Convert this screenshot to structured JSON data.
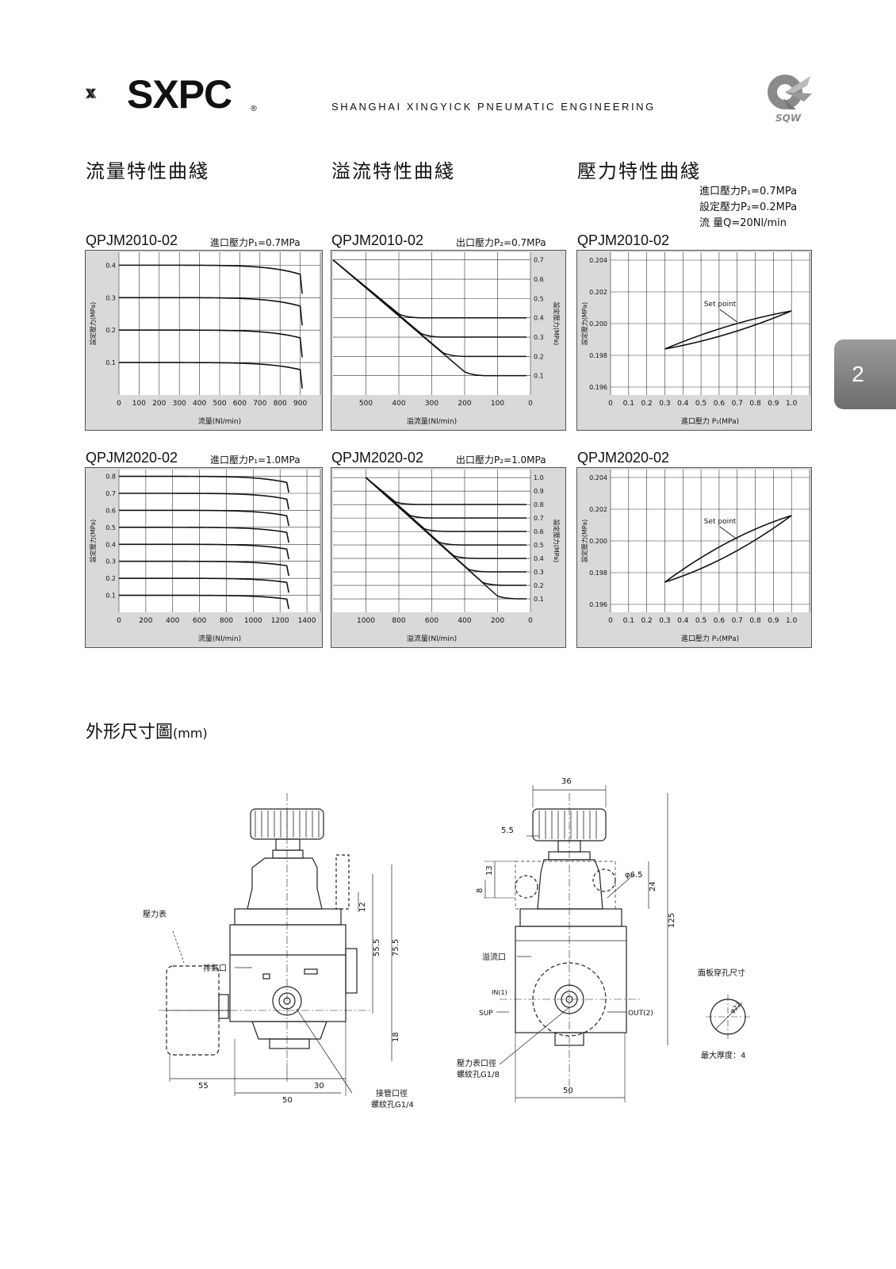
{
  "header": {
    "brand": "SXPC",
    "reg_mark": "®",
    "company": "SHANGHAI XINGYICK PNEUMATIC ENGINEERING",
    "right_logo_text": "SQW"
  },
  "sections": {
    "flow_title": "流量特性曲綫",
    "relief_title": "溢流特性曲綫",
    "pressure_title": "壓力特性曲綫",
    "dimension_title": "外形尺寸圖",
    "dimension_unit": "(mm)"
  },
  "pressure_params": [
    "進口壓力P₁=0.7MPa",
    "設定壓力P₂=0.2MPa",
    "流      量Q=20Nl/min"
  ],
  "page_tab": "2",
  "charts": {
    "c1": {
      "model": "QPJM2010-02",
      "cond": "進口壓力P₁=0.7MPa"
    },
    "c2": {
      "model": "QPJM2010-02",
      "cond": "出口壓力P₂=0.7MPa"
    },
    "c3": {
      "model": "QPJM2010-02",
      "cond": ""
    },
    "c4": {
      "model": "QPJM2020-02",
      "cond": "進口壓力P₁=1.0MPa"
    },
    "c5": {
      "model": "QPJM2020-02",
      "cond": "出口壓力P₂=1.0MPa"
    },
    "c6": {
      "model": "QPJM2020-02",
      "cond": ""
    }
  },
  "chart_data": [
    {
      "id": "c1",
      "type": "line",
      "xlabel": "流量(Nl/min)",
      "ylabel": "設定壓力(MPa)",
      "xticks": [
        "0",
        "100",
        "200",
        "300",
        "400",
        "500",
        "600",
        "700",
        "800",
        "900"
      ],
      "xlim": [
        0,
        1000
      ],
      "yticks": [
        "0.1",
        "0.2",
        "0.3",
        "0.4"
      ],
      "ylim": [
        0,
        0.44
      ],
      "series": [
        {
          "y": 0.4,
          "drop_x": 900
        },
        {
          "y": 0.3,
          "drop_x": 900
        },
        {
          "y": 0.2,
          "drop_x": 900
        },
        {
          "y": 0.1,
          "drop_x": 900
        }
      ]
    },
    {
      "id": "c2",
      "type": "line",
      "xlabel": "溢流量(Nl/min)",
      "ylabel": "設定壓力(MPa)",
      "xticks": [
        "500",
        "400",
        "300",
        "200",
        "100",
        "0"
      ],
      "xlim": [
        600,
        0
      ],
      "yticks": [
        "0.1",
        "0.2",
        "0.3",
        "0.4",
        "0.5",
        "0.6",
        "0.7"
      ],
      "ylim": [
        0,
        0.74
      ],
      "diag_from": [
        600,
        0.7
      ],
      "diag_to": [
        200,
        0.1
      ],
      "levels": [
        0.4,
        0.3,
        0.2,
        0.1
      ]
    },
    {
      "id": "c3",
      "type": "line",
      "xlabel": "進口壓力 P₁(MPa)",
      "ylabel": "設定壓力(MPa)",
      "annotation": "Set point",
      "xticks": [
        "0",
        "0.1",
        "0.2",
        "0.3",
        "0.4",
        "0.5",
        "0.6",
        "0.7",
        "0.8",
        "0.9",
        "1.0"
      ],
      "xlim": [
        0,
        1.1
      ],
      "yticks": [
        "0.196",
        "0.198",
        "0.200",
        "0.202",
        "0.204"
      ],
      "ylim": [
        0.1955,
        0.2045
      ],
      "loop_x": [
        0.3,
        1.0
      ],
      "loop_y": [
        0.1984,
        0.2008
      ],
      "set_point": [
        0.7,
        0.2
      ]
    },
    {
      "id": "c4",
      "type": "line",
      "xlabel": "流量(Nl/min)",
      "ylabel": "設定壓力(MPa)",
      "xticks": [
        "0",
        "200",
        "400",
        "600",
        "800",
        "1000",
        "1200",
        "1400"
      ],
      "xlim": [
        0,
        1500
      ],
      "yticks": [
        "0.1",
        "0.2",
        "0.3",
        "0.4",
        "0.5",
        "0.6",
        "0.7",
        "0.8"
      ],
      "ylim": [
        0,
        0.84
      ],
      "series": [
        {
          "y": 0.8,
          "drop_x": 1250
        },
        {
          "y": 0.7,
          "drop_x": 1250
        },
        {
          "y": 0.6,
          "drop_x": 1250
        },
        {
          "y": 0.5,
          "drop_x": 1250
        },
        {
          "y": 0.4,
          "drop_x": 1250
        },
        {
          "y": 0.3,
          "drop_x": 1250
        },
        {
          "y": 0.2,
          "drop_x": 1250
        },
        {
          "y": 0.1,
          "drop_x": 1250
        }
      ]
    },
    {
      "id": "c5",
      "type": "line",
      "xlabel": "溢流量(Nl/min)",
      "ylabel": "設定壓力(MPa)",
      "xticks": [
        "1000",
        "800",
        "600",
        "400",
        "200",
        "0"
      ],
      "xlim": [
        1200,
        0
      ],
      "yticks": [
        "0.1",
        "0.2",
        "0.3",
        "0.4",
        "0.5",
        "0.6",
        "0.7",
        "0.8",
        "0.9",
        "1.0"
      ],
      "ylim": [
        0,
        1.06
      ],
      "diag_from": [
        1000,
        1.0
      ],
      "diag_to": [
        200,
        0.1
      ],
      "levels": [
        0.8,
        0.7,
        0.6,
        0.5,
        0.4,
        0.3,
        0.2,
        0.1
      ]
    },
    {
      "id": "c6",
      "type": "line",
      "xlabel": "進口壓力 P₁(MPa)",
      "ylabel": "設定壓力(MPa)",
      "annotation": "Set point",
      "xticks": [
        "0",
        "0.1",
        "0.2",
        "0.3",
        "0.4",
        "0.5",
        "0.6",
        "0.7",
        "0.8",
        "0.9",
        "1.0"
      ],
      "xlim": [
        0,
        1.1
      ],
      "yticks": [
        "0.196",
        "0.198",
        "0.200",
        "0.202",
        "0.204"
      ],
      "ylim": [
        0.1955,
        0.2045
      ],
      "loop_x": [
        0.3,
        1.0
      ],
      "loop_y": [
        0.1974,
        0.2016
      ],
      "set_point": [
        0.7,
        0.2
      ]
    }
  ],
  "drawing": {
    "gauge_label": "壓力表",
    "exhaust_label": "排氣口",
    "pipe_label_1": "接管口徑",
    "pipe_label_2": "螺紋孔G1/4",
    "overflow_label": "溢流口",
    "in_label": "IN(1)",
    "sup_label": "SUP",
    "out_label": "OUT(2)",
    "gauge_port_1": "壓力表口徑",
    "gauge_port_2": "螺紋孔G1/8",
    "panel_hole_label": "面板穿孔尺寸",
    "panel_hole_dia": "φ22",
    "max_thickness": "最大厚度：4",
    "dims_left": {
      "d75_5": "75.5",
      "d55_5": "55.5",
      "d12": "12",
      "d18": "18",
      "d55": "55",
      "d30": "30",
      "d50": "50"
    },
    "dims_right": {
      "d36": "36",
      "d5_5": "5.5",
      "d13": "13",
      "d8": "8",
      "d6_5": "φ6.5",
      "d24": "24",
      "d125": "125",
      "d50": "50"
    }
  }
}
